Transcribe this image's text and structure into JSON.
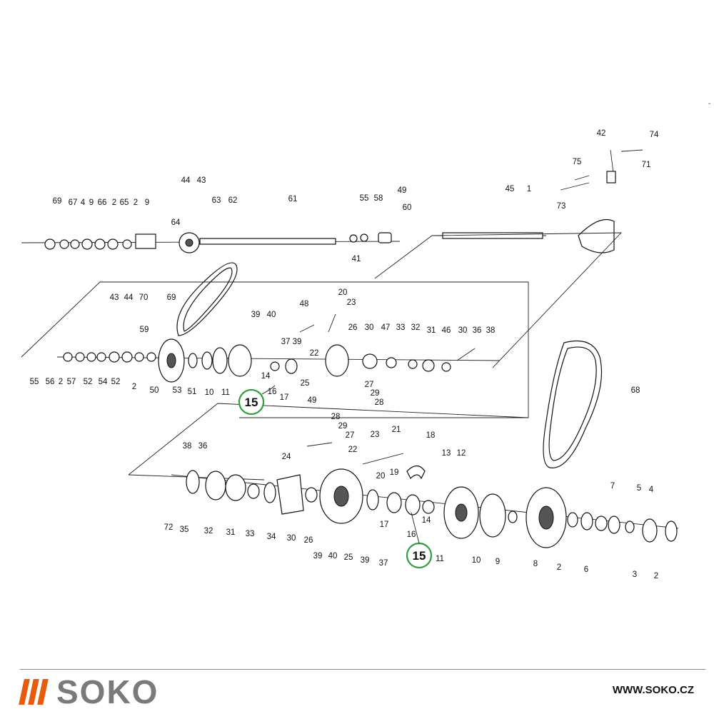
{
  "brand": {
    "name": "SOKO",
    "website": "WWW.SOKO.CZ",
    "accent_color": "#e85a0c",
    "text_color": "#7a7a7a"
  },
  "highlight": {
    "label": "15",
    "ring_color": "#2e9e3e"
  },
  "labels": [
    "69",
    "67",
    "4",
    "9",
    "66",
    "2",
    "65",
    "2",
    "9",
    "44",
    "43",
    "63",
    "62",
    "64",
    "61",
    "55",
    "58",
    "49",
    "60",
    "41",
    "45",
    "1",
    "43",
    "44",
    "70",
    "69",
    "42",
    "74",
    "75",
    "71",
    "73",
    "59",
    "39",
    "40",
    "20",
    "48",
    "23",
    "37",
    "39",
    "22",
    "26",
    "30",
    "47",
    "33",
    "32",
    "31",
    "46",
    "30",
    "36",
    "38",
    "55",
    "56",
    "2",
    "57",
    "52",
    "54",
    "52",
    "2",
    "50",
    "53",
    "51",
    "10",
    "11",
    "14",
    "16",
    "17",
    "25",
    "27",
    "29",
    "49",
    "28",
    "68",
    "28",
    "29",
    "27",
    "23",
    "21",
    "18",
    "38",
    "36",
    "24",
    "22",
    "19",
    "20",
    "13",
    "12",
    "7",
    "5",
    "4",
    "72",
    "35",
    "32",
    "31",
    "33",
    "34",
    "30",
    "26",
    "39",
    "40",
    "25",
    "39",
    "37",
    "17",
    "14",
    "16",
    "11",
    "10",
    "9",
    "8",
    "2",
    "6",
    "3",
    "2"
  ],
  "corner_mark": "-"
}
